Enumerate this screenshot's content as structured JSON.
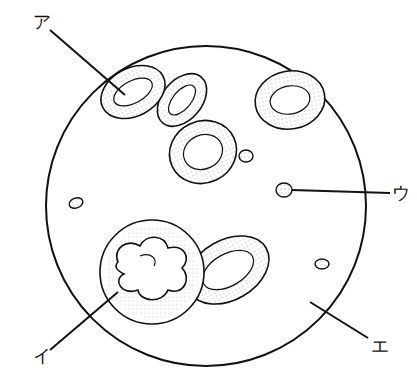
{
  "diagram": {
    "labels": [
      "ア",
      "イ",
      "ウ",
      "エ"
    ]
  }
}
